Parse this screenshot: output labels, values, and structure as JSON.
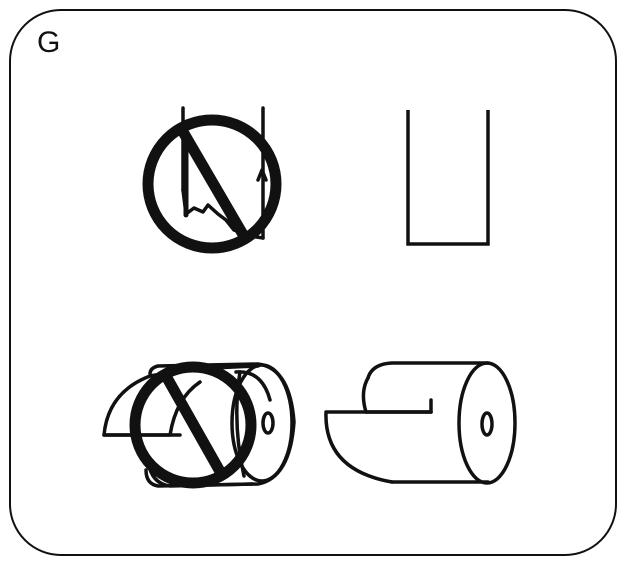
{
  "panel": {
    "letter": "G"
  },
  "items": [
    {
      "name": "paper-torn-incorrect",
      "status": "incorrect",
      "icon": "prohibited-icon"
    },
    {
      "name": "paper-straight-correct",
      "status": "correct"
    },
    {
      "name": "roll-wrong-orientation",
      "status": "incorrect",
      "icon": "prohibited-icon"
    },
    {
      "name": "roll-correct-orientation",
      "status": "correct"
    }
  ],
  "colors": {
    "stroke": "#111111",
    "background": "#ffffff"
  }
}
